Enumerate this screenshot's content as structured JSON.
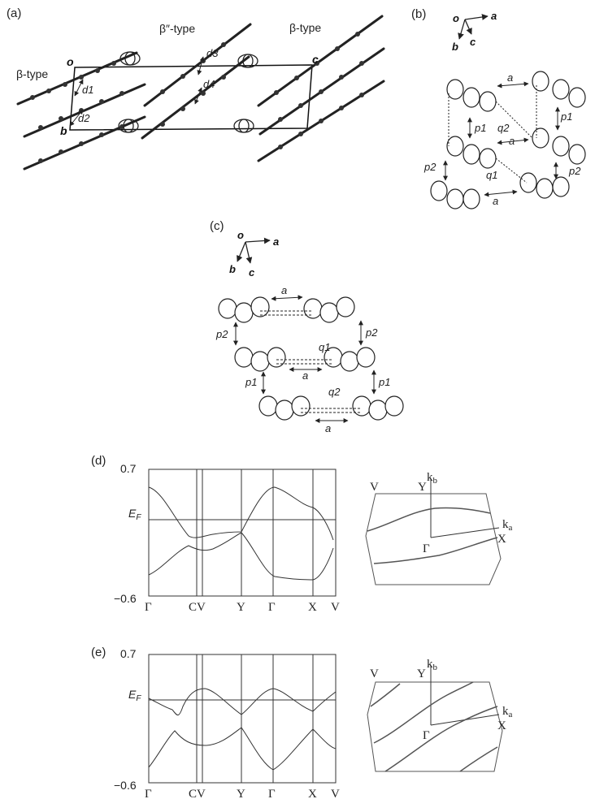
{
  "panels": {
    "a": {
      "label": "(a)",
      "beta_type_left": "β-type",
      "beta_type_right": "β-type",
      "beta_dprime_type": "β″-type",
      "axis_o": "o",
      "axis_b": "b",
      "axis_c": "c",
      "d1": "d1",
      "d2": "d2",
      "d3": "d3",
      "d4": "d4"
    },
    "b": {
      "label": "(b)",
      "axis_o": "o",
      "axis_a": "a",
      "axis_b": "b",
      "axis_c": "c",
      "a_labels": [
        "a",
        "a",
        "a"
      ],
      "p1_labels": [
        "p1",
        "p1"
      ],
      "p2_labels": [
        "p2",
        "p2"
      ],
      "q1": "q1",
      "q2": "q2"
    },
    "c": {
      "label": "(c)",
      "axis_o": "o",
      "axis_a": "a",
      "axis_b": "b",
      "axis_c": "c",
      "a_labels": [
        "a",
        "a",
        "a"
      ],
      "p1_labels": [
        "p1",
        "p1"
      ],
      "p2_labels": [
        "p2",
        "p2"
      ],
      "q1": "q1",
      "q2": "q2"
    },
    "d": {
      "label": "(d)",
      "y_top": "0.7",
      "y_bottom": "−0.6",
      "ef_main": "E",
      "ef_sub": "F",
      "x_ticks": [
        "Γ",
        "CV",
        "Y",
        "Γ",
        "X",
        "V"
      ],
      "fs_labels": {
        "V": "V",
        "Y": "Y",
        "kb_main": "k",
        "kb_sub": "b",
        "ka_main": "k",
        "ka_sub": "a",
        "X": "X",
        "Gamma": "Γ"
      }
    },
    "e": {
      "label": "(e)",
      "y_top": "0.7",
      "y_bottom": "−0.6",
      "ef_main": "E",
      "ef_sub": "F",
      "x_ticks": [
        "Γ",
        "CV",
        "Y",
        "Γ",
        "X",
        "V"
      ],
      "fs_labels": {
        "V": "V",
        "Y": "Y",
        "kb_main": "k",
        "kb_sub": "b",
        "ka_main": "k",
        "ka_sub": "a",
        "X": "X",
        "Gamma": "Γ"
      }
    }
  }
}
